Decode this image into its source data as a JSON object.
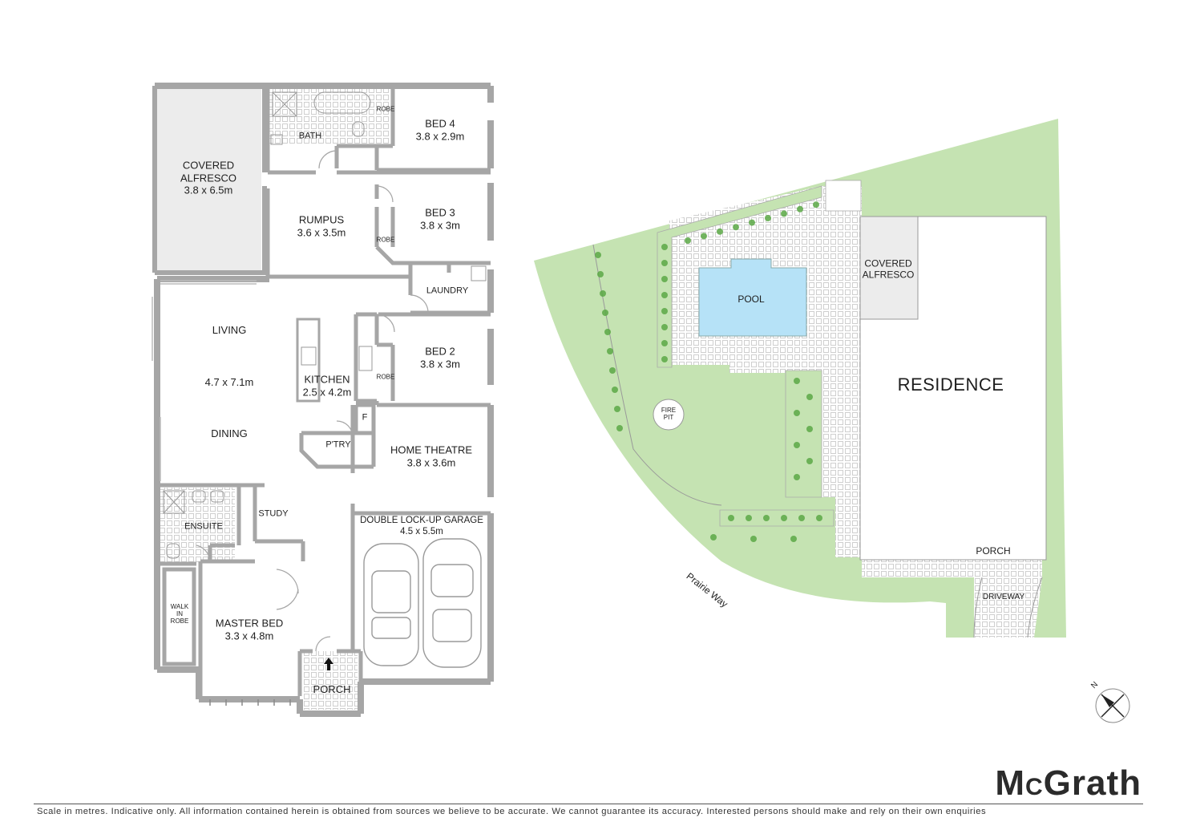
{
  "floor_plan": {
    "covered_alfresco": {
      "name": "COVERED\nALFRESCO",
      "dim": "3.8 x 6.5m"
    },
    "bath": "BATH",
    "robe": "ROBE",
    "bed4": {
      "name": "BED 4",
      "dim": "3.8 x 2.9m"
    },
    "rumpus": {
      "name": "RUMPUS",
      "dim": "3.6 x 3.5m"
    },
    "bed3": {
      "name": "BED 3",
      "dim": "3.8 x 3m"
    },
    "laundry": "LAUNDRY",
    "living": "LIVING",
    "living_dining_dim": "4.7 x 7.1m",
    "dining": "DINING",
    "kitchen": {
      "name": "KITCHEN",
      "dim": "2.5 x 4.2m"
    },
    "bed2": {
      "name": "BED 2",
      "dim": "3.8 x 3m"
    },
    "fridge": "F",
    "pantry": "P'TRY",
    "home_theatre": {
      "name": "HOME THEATRE",
      "dim": "3.8 x 3.6m"
    },
    "study": "STUDY",
    "ensuite": "ENSUITE",
    "garage": {
      "name": "DOUBLE LOCK-UP GARAGE",
      "dim": "4.5 x 5.5m"
    },
    "walk_in_robe": "WALK\nIN\nROBE",
    "master_bed": {
      "name": "MASTER BED",
      "dim": "3.3 x 4.8m"
    },
    "porch": "PORCH"
  },
  "site_plan": {
    "pool": "POOL",
    "covered_alfresco": "COVERED\nALFRESCO",
    "residence": "RESIDENCE",
    "fire_pit": "FIRE\nPIT",
    "porch": "PORCH",
    "driveway": "DRIVEWAY",
    "street": "Prairie Way",
    "north": "N"
  },
  "colors": {
    "wall": "#a6a6a6",
    "lawn": "#c5e3b2",
    "pool": "#b6e2f7",
    "alfresco": "#ececec",
    "tree": "#5aa845"
  },
  "brand": {
    "logo_main": "M",
    "logo_small": "C",
    "logo_rest": "Grath"
  },
  "footer": {
    "disclaimer": "Scale in metres. Indicative only. All information contained herein is obtained from sources we believe to be accurate. We cannot guarantee its accuracy. Interested persons should make and rely on their own enquiries"
  }
}
